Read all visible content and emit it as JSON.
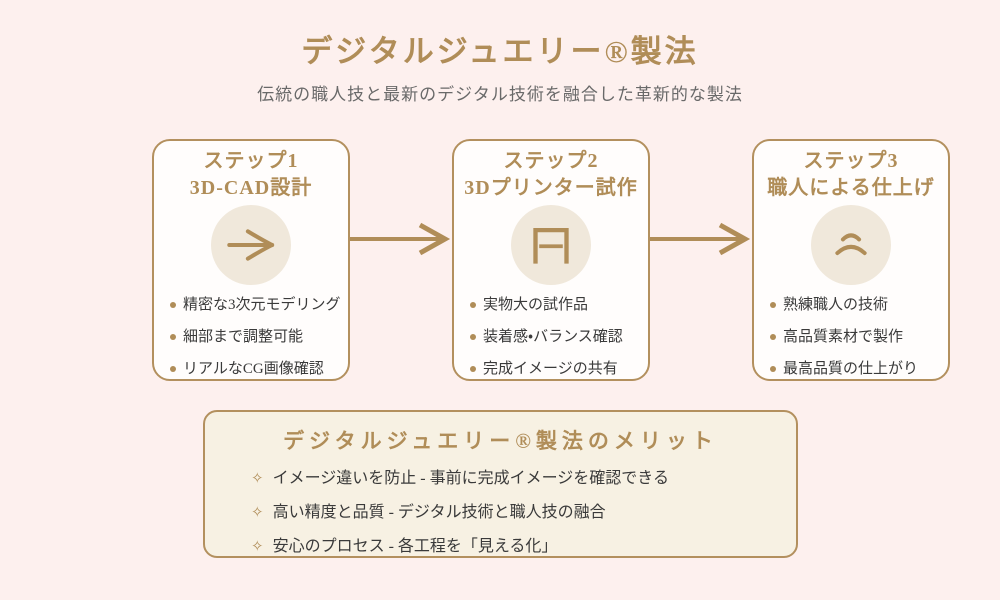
{
  "header": {
    "title": "デジタルジュエリー®製法",
    "subtitle": "伝統の職人技と最新のデジタル技術を融合した革新的な製法"
  },
  "steps": [
    {
      "step_label": "ステップ1",
      "name": "3D-CAD設計",
      "icon": "pen-nib-icon",
      "features": [
        "精密な3次元モデリング",
        "細部まで調整可能",
        "リアルなCG画像確認"
      ]
    },
    {
      "step_label": "ステップ2",
      "name": "3Dプリンター試作",
      "icon": "printer-icon",
      "features": [
        "実物大の試作品",
        "装着感・バランス確認",
        "完成イメージの共有"
      ]
    },
    {
      "step_label": "ステップ3",
      "name": "職人による仕上げ",
      "icon": "polishing-hands-icon",
      "features": [
        "熟練職人の技術",
        "高品質素材で製作",
        "最高品質の仕上がり"
      ]
    }
  ],
  "merits": {
    "title": "デジタルジュエリー®製法のメリット",
    "marker": "✧",
    "items": [
      "イメージ違いを防止 - 事前に完成イメージを確認できる",
      "高い精度と品質 - デジタル技術と職人技の融合",
      "安心のプロセス - 各工程を「見える化」"
    ]
  },
  "colors": {
    "background": "#fdf0ee",
    "gold": "#b08d58",
    "border_gold": "#b3905e",
    "card_bg": "#fffdfc",
    "circle_bg": "#f0e8db",
    "merit_bg": "#f7f1e3",
    "text_dark": "#3a3a3a",
    "subtitle_gray": "#696969"
  }
}
